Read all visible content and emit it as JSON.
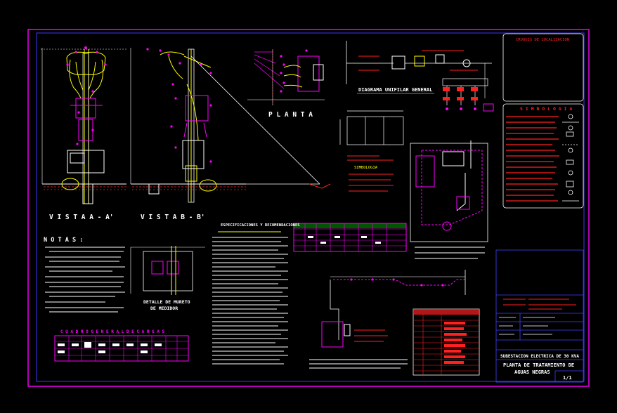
{
  "drawing": {
    "views": {
      "view_a": "V I S T A   A - A'",
      "view_b": "V I S T A   B - B'",
      "plan": "P L A N T A"
    },
    "diagram_title": "DIAGRAMA UNIFILAR GENERAL",
    "notes_title": "N O T A S :",
    "meter_detail_title": "DETALLE DE MURETO",
    "meter_detail_sub": "DE MEDIDOR",
    "spec_title": "ESPECIFICACIONES Y RECOMENDACIONES",
    "general_load_title": "C U A D R O   G E N E R A L   D E   C A R G A S",
    "legend_title": "S I M B O L O G I A",
    "location_title": "CROQUIS DE LOCALIZACION",
    "simbologia_small": "SIMBOLOGIA",
    "project_line1": "SUBESTACION ELECTRICA DE 30 KVA",
    "project_line2": "PLANTA DE TRATAMIENTO DE",
    "project_line3": "AGUAS NEGRAS",
    "sheet_number": "1/1"
  },
  "colors": {
    "border": "#ff00ff",
    "frame": "#4040ff",
    "yellow": "#ffff00",
    "red": "#ff2020",
    "white": "#ffffff",
    "cyan": "#00ffff"
  }
}
